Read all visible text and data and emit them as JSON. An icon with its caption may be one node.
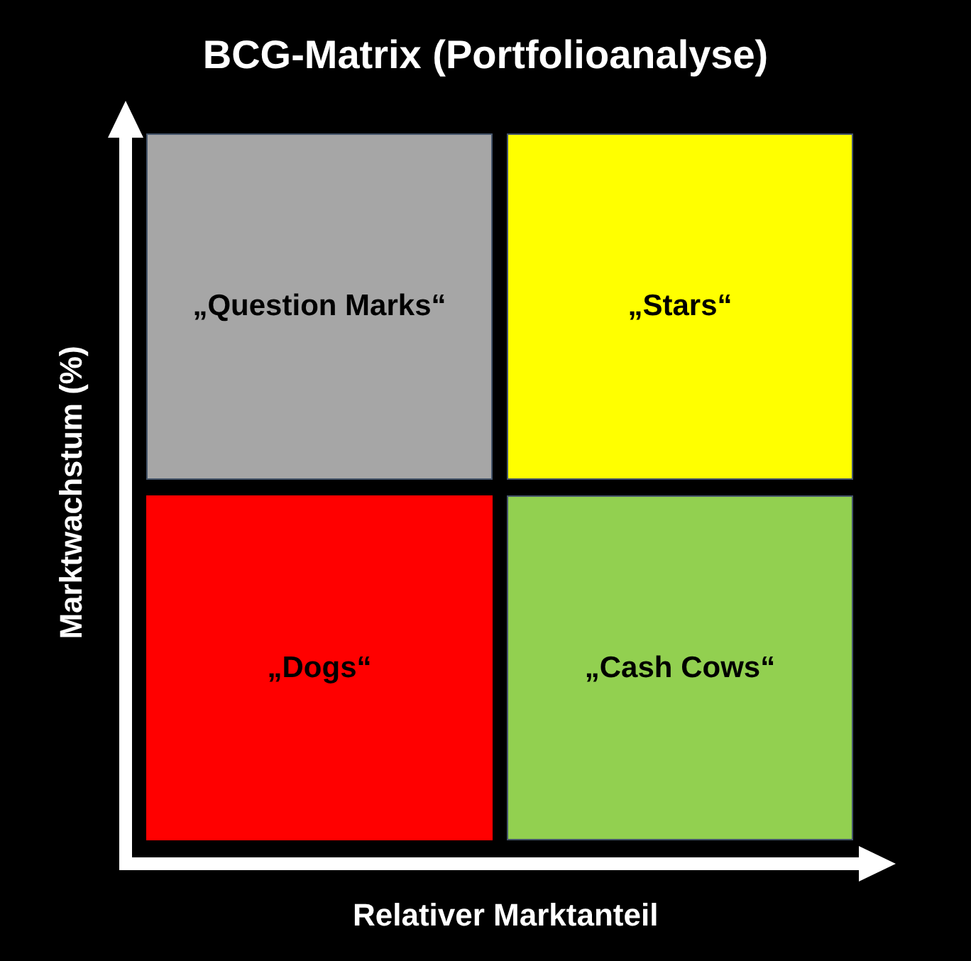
{
  "diagram": {
    "title": "BCG-Matrix (Portfolioanalyse)",
    "nodes": [
      {
        "text": [
          "„Question Marks“"
        ]
      },
      {
        "text": [
          "„Stars“"
        ]
      },
      {
        "text": [
          "„Dogs“"
        ]
      },
      {
        "text": [
          "„Cash Cows“"
        ]
      }
    ],
    "labels": [
      "Marktwachstum (%)",
      "Relativer Marktanteil"
    ]
  }
}
